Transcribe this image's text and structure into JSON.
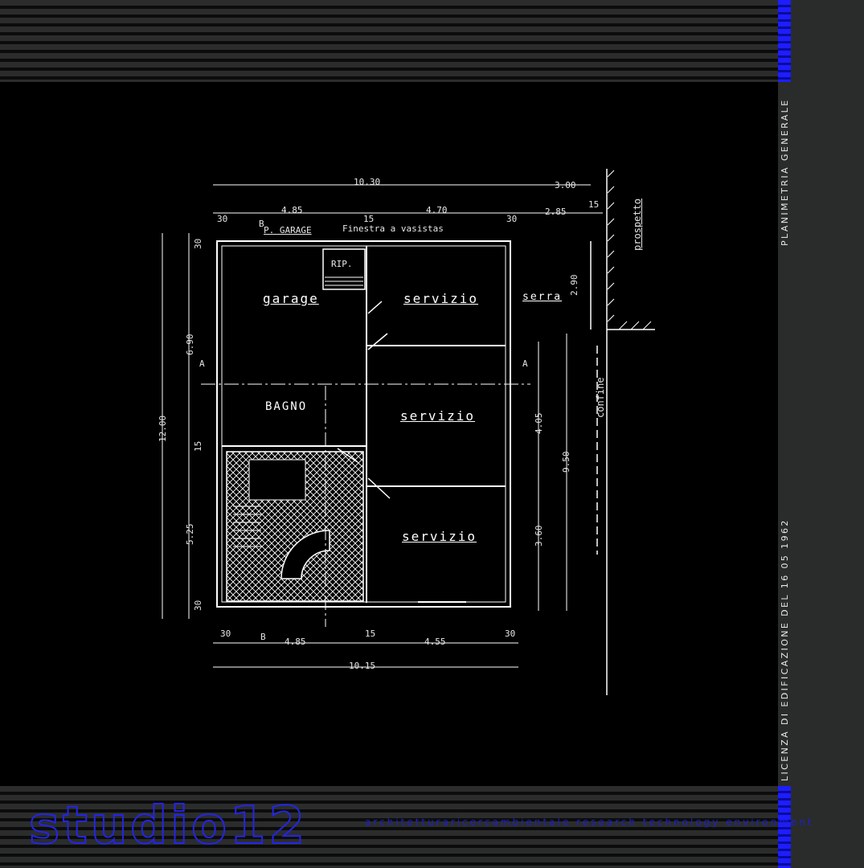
{
  "sidebar": {
    "plan_title": "PLANIMETRIA GENERALE",
    "license": "LICENZA DI EDIFICAZIONE DEL 16 05 1962"
  },
  "brand": {
    "logo": "studio12",
    "tagline": "architetturaricercambientale research technology environment"
  },
  "plan": {
    "rooms": {
      "garage": "garage",
      "bagno": "BAGNO",
      "servizio_1": "servizio",
      "servizio_2": "servizio",
      "servizio_3": "servizio",
      "serra": "serra",
      "rip": "RIP.",
      "p_garage": "P. GARAGE",
      "finestra": "Finestra a vasistas"
    },
    "dimensions": {
      "top_total": "10.30",
      "top_right": "3.00",
      "top_left": "4.85",
      "top_mid": "15",
      "top_right2": "4.70",
      "top_edge_l": "30",
      "top_edge_r": "30",
      "top_285": "2.85",
      "top_15b": "15",
      "left_total": "12.00",
      "left_690": "6.90",
      "left_525": "5.25",
      "left_30a": "30",
      "left_15": "15",
      "left_30b": "30",
      "bottom_30a": "30",
      "bottom_485": "4.85",
      "bottom_15": "15",
      "bottom_455": "4.55",
      "bottom_30b": "30",
      "bottom_total": "10.15",
      "right_950": "9.50",
      "right_405": "4.05",
      "right_360": "3.60",
      "right_290": "2.90"
    },
    "annotations": {
      "section_a": "A",
      "section_b": "B",
      "confine": "confine",
      "prospetto": "prospetto"
    }
  },
  "colors": {
    "band": "#2b2d2c",
    "accent_blue": "#1d1dff",
    "sidebar": "#2a2c2b"
  }
}
